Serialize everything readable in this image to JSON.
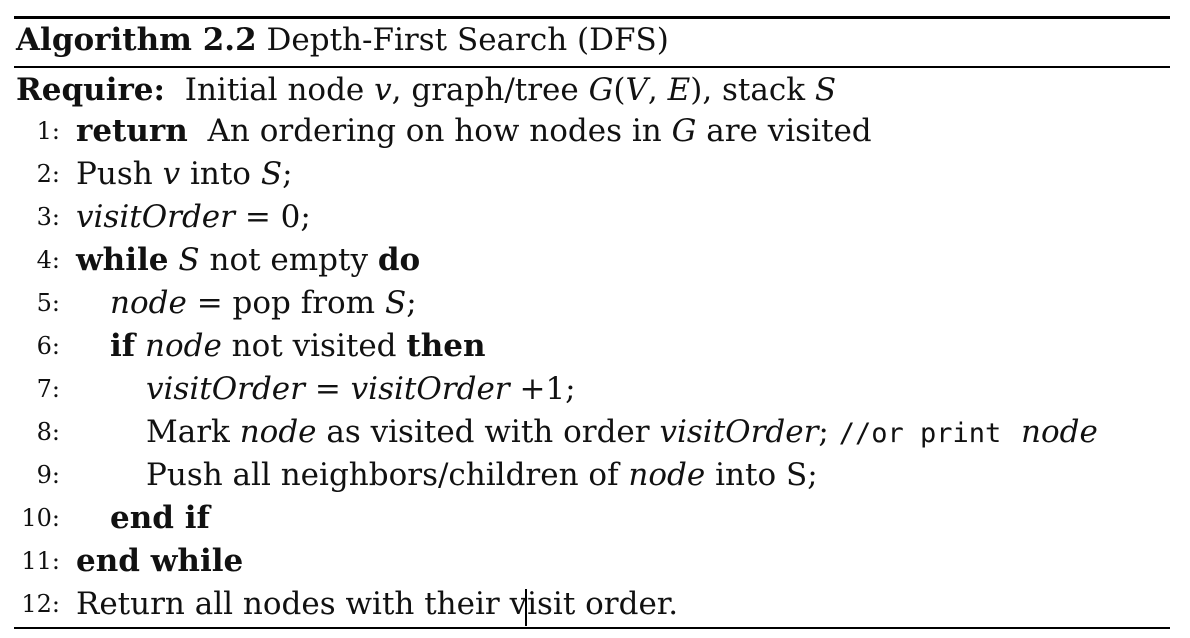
{
  "caption": {
    "label": "Algorithm 2.2",
    "title": "Depth-First Search (DFS)"
  },
  "require": {
    "keyword": "Require:",
    "t1": "Initial node",
    "v": "v",
    "t2": ", graph/tree",
    "G": "G",
    "t3": "(",
    "V": "V",
    "t4": ",",
    "E": "E",
    "t5": "), stack",
    "S": "S"
  },
  "lines": [
    {
      "num": "1:",
      "kw": "return",
      "t1": "An ordering on how nodes in",
      "G": "G",
      "t2": "are visited"
    },
    {
      "num": "2:",
      "t1": "Push",
      "v": "v",
      "t2": "into",
      "S": "S",
      "t3": ";"
    },
    {
      "num": "3:",
      "var": "visitOrder",
      "t1": "= 0;"
    },
    {
      "num": "4:",
      "kw": "while",
      "S": "S",
      "t1": "not empty",
      "kw2": "do"
    },
    {
      "num": "5:",
      "var": "node",
      "t1": "= pop from",
      "S": "S",
      "t2": ";"
    },
    {
      "num": "6:",
      "kw": "if",
      "var": "node",
      "t1": "not visited",
      "kw2": "then"
    },
    {
      "num": "7:",
      "var": "visitOrder",
      "t1": "=",
      "var2": "visitOrder",
      "t2": "+1;"
    },
    {
      "num": "8:",
      "t1": "Mark",
      "var": "node",
      "t2": "as visited with order",
      "var2": "visitOrder",
      "t3": ";",
      "mono": "//or print",
      "var3": "node"
    },
    {
      "num": "9:",
      "t1": "Push all neighbors/children of",
      "var": "node",
      "t2": "into S;"
    },
    {
      "num": "10:",
      "kw": "end if"
    },
    {
      "num": "11:",
      "kw": "end while"
    },
    {
      "num": "12:",
      "t1": "Return all nodes with their visit order."
    }
  ]
}
